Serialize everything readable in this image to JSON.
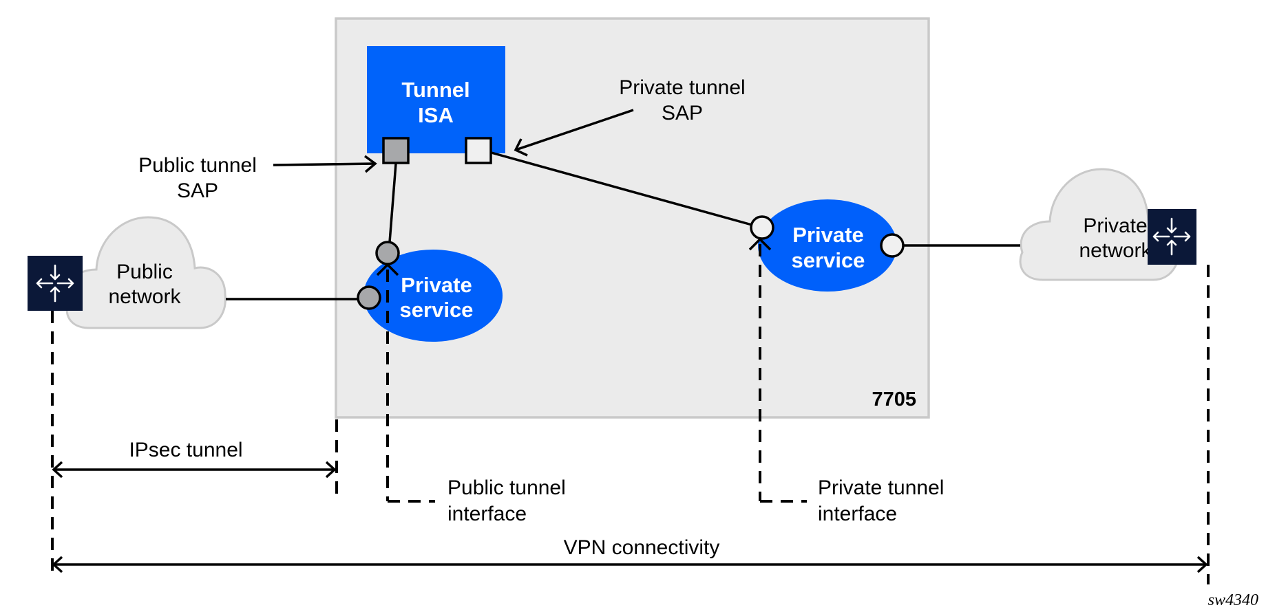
{
  "diagram": {
    "figure_id": "sw4340",
    "node": {
      "label": "7705",
      "tunnel_isa": {
        "line1": "Tunnel",
        "line2": "ISA"
      },
      "public_service": {
        "line1": "Private",
        "line2": "service"
      },
      "private_service": {
        "line1": "Private",
        "line2": "service"
      }
    },
    "callouts": {
      "public_tunnel_sap": {
        "line1": "Public tunnel",
        "line2": "SAP"
      },
      "private_tunnel_sap": {
        "line1": "Private tunnel",
        "line2": "SAP"
      },
      "public_tunnel_interface": {
        "line1": "Public tunnel",
        "line2": "interface"
      },
      "private_tunnel_interface": {
        "line1": "Private tunnel",
        "line2": "interface"
      }
    },
    "clouds": {
      "public": {
        "line1": "Public",
        "line2": "network",
        "icon": "router-icon"
      },
      "private": {
        "line1": "Private",
        "line2": "network",
        "icon": "router-icon"
      }
    },
    "spans": {
      "ipsec": "IPsec tunnel",
      "vpn": "VPN connectivity"
    },
    "colors": {
      "node_fill": "#ebebeb",
      "node_border": "#c9c9c9",
      "isa_blue": "#0063fa",
      "service_blue": "#0060fb",
      "public_sap_gray": "#a7a8aa",
      "private_sap_light": "#f0f0f0",
      "router_navy": "#0b1838"
    }
  }
}
